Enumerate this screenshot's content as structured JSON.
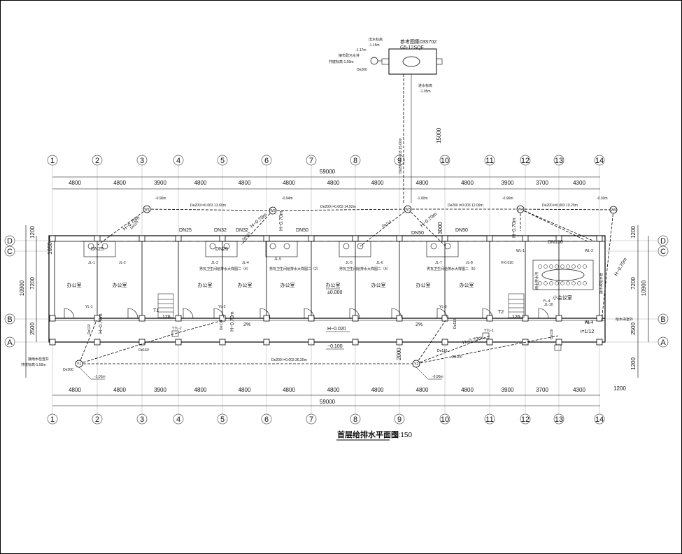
{
  "title": "首层给排水平面图",
  "scale": "1:150",
  "grid_cols": [
    "1",
    "2",
    "3",
    "4",
    "5",
    "6",
    "7",
    "8",
    "9",
    "10",
    "11",
    "12",
    "13",
    "14"
  ],
  "grid_rows": [
    "D",
    "C",
    "B",
    "A"
  ],
  "col_dims": [
    "4800",
    "4800",
    "3900",
    "4800",
    "4800",
    "4800",
    "4800",
    "4800",
    "4800",
    "4800",
    "3900",
    "3700",
    "4300"
  ],
  "total_width": "59000",
  "left_dims": [
    "1200",
    "1650",
    "7200",
    "10900",
    "2500"
  ],
  "right_dims": [
    "1200",
    "7200",
    "10900",
    "2500",
    "1200"
  ],
  "bottom_extra_dim": "1200",
  "rooms": [
    "办公室",
    "办公室",
    "办公室",
    "办公室",
    "办公室",
    "办公室",
    "办公室",
    "办公室",
    "办公室",
    "办公室"
  ],
  "meeting_room": "小会议室",
  "stairs": [
    "T1",
    "T2"
  ],
  "stair_steps": [
    "126",
    "126"
  ],
  "elev_main": "±0.000",
  "elev_corridor": "H−0.020",
  "elev_outside": "−0.100",
  "slope_labels": [
    "2%",
    "2%"
  ],
  "dn_labels": [
    "DN25",
    "DN32",
    "DN32",
    "DN50",
    "DN50",
    "DN50",
    "DN150",
    "DN25",
    "DN25"
  ],
  "septic": {
    "ref": "参考图集03S702",
    "model": "G5-12SQF",
    "in_label": "进水标高",
    "in_value": "-1.05m",
    "out_label": "出水标高",
    "out_value": "-1.15m",
    "pipe": "De200",
    "drop_value": "-1.17m",
    "municipal": "接市政污水井",
    "invert": "井底标高-1.50m"
  },
  "vertical_pipe": {
    "spec": "De200 i=0.003 15.00m",
    "length": "15000"
  },
  "top_pipes": [
    "De200 i=0.003 13.69m",
    "De200 i=0.003 14.52m",
    "De200 i=0.003 12.09m",
    "De200 i=0.003 10.20m"
  ],
  "top_elevs": [
    "-0.90m",
    "-0.94m",
    "-1.00m",
    "-0.96m",
    "-0.93m"
  ],
  "wells_top": [
    "W1",
    "W2",
    "W3",
    "W4",
    "W5"
  ],
  "well_bottom": [
    "Y1",
    "Y2"
  ],
  "bottom_pipe": "De200 i=0.003 36.20m",
  "bottom_elevs": [
    "-1.01m",
    "-0.90m"
  ],
  "bottom_left_note": {
    "a": "接雨水检查井",
    "b": "井底标高-1.50m",
    "c": "De200"
  },
  "branch_labels": [
    "De110",
    "De110",
    "De110",
    "De110",
    "De160",
    "De160",
    "De110",
    "De110",
    "De110",
    "De110"
  ],
  "h_labels": [
    "H−0.70m",
    "H−0.70m",
    "H−0.70m",
    "H−0.70m",
    "H−0.70m",
    "H−0.70m",
    "H−0.70m",
    "H−0.70m",
    "H−0.70m"
  ],
  "vdim": [
    "3000",
    "2000"
  ],
  "risers": [
    "JL-1",
    "JL-2",
    "JL-3",
    "JL-4",
    "JL-5",
    "JL-6",
    "JL-7",
    "JL-8",
    "JL-9",
    "JL-10"
  ],
  "downpipes": [
    "YL-1",
    "YL-2",
    "YL-3",
    "YL-4"
  ],
  "ytl": [
    "YTL-1",
    "YTL-2"
  ],
  "notes": [
    "男瓦卫生间给排水大样图二（4）",
    "男瓦卫生间给排水大样图二（2）",
    "男瓦卫生间给排水大样图二（4）",
    "男瓦卫生间给排水大样图二（5）"
  ],
  "side_notes": [
    "给水由室外",
    "雨水排水沟",
    "接市政给水管"
  ],
  "grade": "i=1/12",
  "wl_labels": [
    "WL-1",
    "WL-2",
    "WL-3",
    "WL-4"
  ],
  "small_elev": "H-0.010"
}
